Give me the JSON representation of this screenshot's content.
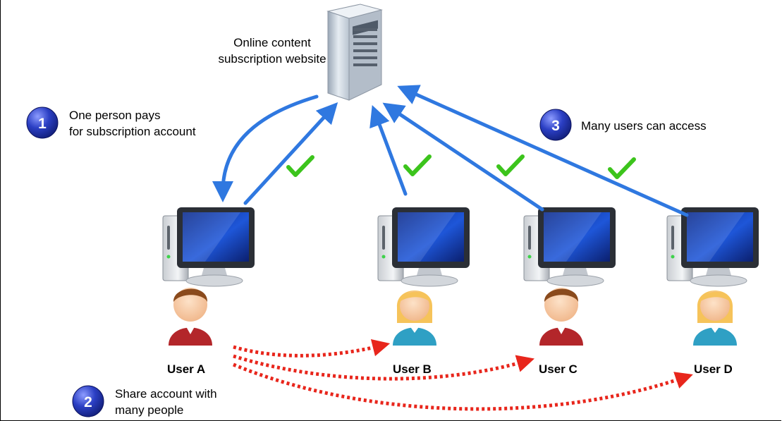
{
  "server": {
    "title_line1": "Online content",
    "title_line2": "subscription website"
  },
  "steps": [
    {
      "number": "1",
      "line1": "One person pays",
      "line2": "for subscription account"
    },
    {
      "number": "2",
      "line1": "Share account with",
      "line2": "many people"
    },
    {
      "number": "3",
      "line1": "Many users can access",
      "line2": ""
    }
  ],
  "users": [
    {
      "label": "User A",
      "avatar": "male-red"
    },
    {
      "label": "User B",
      "avatar": "female-blue"
    },
    {
      "label": "User C",
      "avatar": "male-red"
    },
    {
      "label": "User D",
      "avatar": "female-blue"
    }
  ],
  "colors": {
    "arrow_blue": "#2f78e0",
    "share_red": "#e8261c",
    "check_green": "#3cc41c",
    "badge_blue": "#2b3fc4",
    "male_shirt": "#b3262a",
    "female_shirt": "#2fa0c4"
  }
}
